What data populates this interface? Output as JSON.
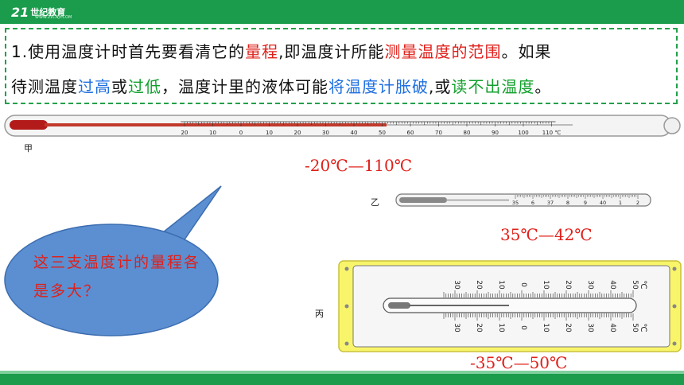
{
  "header": {
    "logo_mark": "21",
    "logo_text": "世纪教育",
    "logo_sub": "WWW.21CNJY.COM"
  },
  "content": {
    "line1": [
      {
        "text": "1.使用温度计时首先要看清它的",
        "color": "black"
      },
      {
        "text": "量程",
        "color": "red"
      },
      {
        "text": ",即温度计所能",
        "color": "black"
      },
      {
        "text": "测量温度的范围",
        "color": "red"
      },
      {
        "text": "。如果",
        "color": "black"
      }
    ],
    "line2": [
      {
        "text": "待测温度",
        "color": "black"
      },
      {
        "text": "过高",
        "color": "blue"
      },
      {
        "text": "或",
        "color": "black"
      },
      {
        "text": "过低",
        "color": "green"
      },
      {
        "text": "，温度计里的液体可能",
        "color": "black"
      },
      {
        "text": "将温度计胀破",
        "color": "blue"
      },
      {
        "text": ",或",
        "color": "black"
      },
      {
        "text": "读不出温度",
        "color": "green"
      },
      {
        "text": "。",
        "color": "black"
      }
    ]
  },
  "thermometers": {
    "jia": {
      "label": "甲",
      "range": "-20℃—110℃",
      "ticks": [
        "20",
        "10",
        "0",
        "10",
        "20",
        "30",
        "40",
        "50",
        "60",
        "70",
        "80",
        "90",
        "100",
        "110 ℃"
      ]
    },
    "yi": {
      "label": "乙",
      "range": "35℃—42℃",
      "ticks": [
        "35",
        "6",
        "37",
        "8",
        "9",
        "40",
        "1",
        "2"
      ]
    },
    "bing": {
      "label": "丙",
      "range": "-35℃—50℃",
      "ticks": [
        "30",
        "20",
        "10",
        "0",
        "10",
        "20",
        "30",
        "40",
        "50"
      ],
      "unit": "℃"
    }
  },
  "bubble": {
    "text": "这三支温度计的量程各是多大？"
  }
}
